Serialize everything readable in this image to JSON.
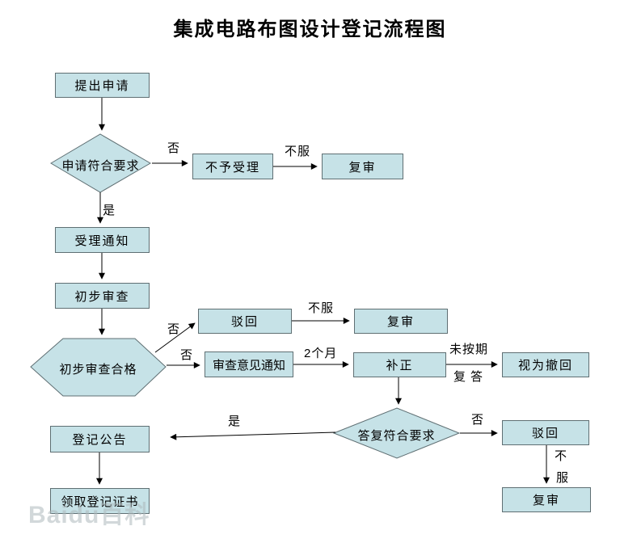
{
  "title": "集成电路布图设计登记流程图",
  "watermark": "Baidu百科",
  "colors": {
    "node_fill": "#c6e2e7",
    "node_border": "#5f6f73",
    "arrow": "#000000",
    "background": "#ffffff"
  },
  "nodes": {
    "submit": "提出申请",
    "meets_requirements": "申请符合要求",
    "not_accepted": "不予受理",
    "review_top": "复审",
    "acceptance_notice": "受理通知",
    "preliminary_exam": "初步审查",
    "preliminary_pass": "初步审查合格",
    "reject_mid": "驳回",
    "review_mid": "复审",
    "opinion_notice": "审查意见通知",
    "correction": "补正",
    "deemed_withdrawn": "视为撤回",
    "reply_meets_requirements": "答复符合要求",
    "reject_bottom": "驳回",
    "review_bottom": "复审",
    "announcement": "登记公告",
    "certificate": "领取登记证书"
  },
  "labels": {
    "no_1": "否",
    "dissatisfied_1": "不服",
    "yes_1": "是",
    "no_2": "否",
    "no_3": "否",
    "dissatisfied_2": "不服",
    "two_months": "2个月",
    "overdue": "未按期",
    "reply": "复答",
    "no_4": "否",
    "yes_2": "是",
    "dissatisfied_3a": "不",
    "dissatisfied_3b": "服"
  }
}
